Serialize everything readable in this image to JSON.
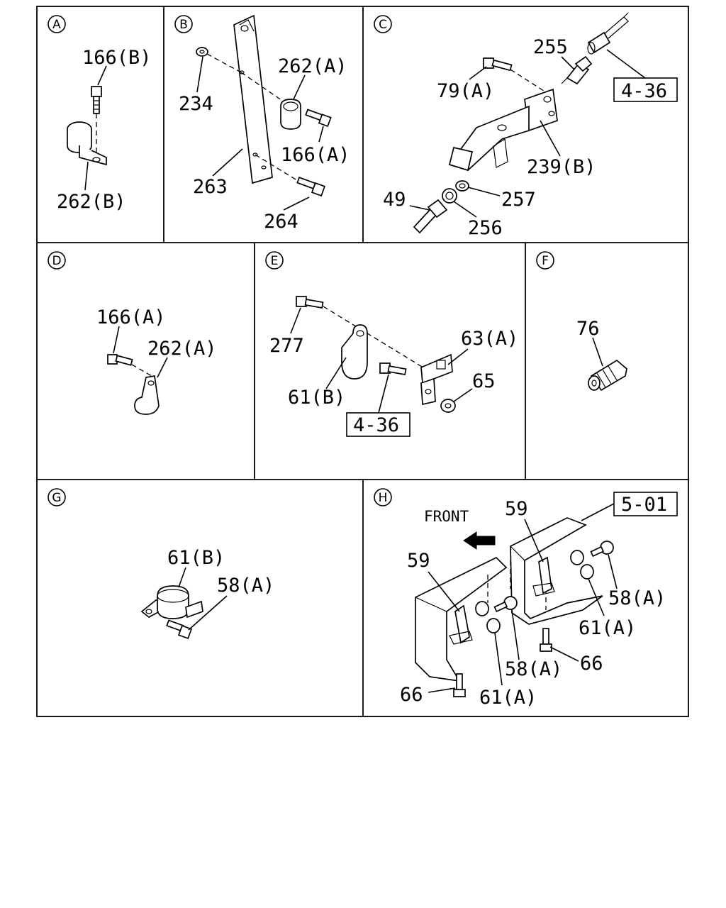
{
  "panels": [
    {
      "id": "A",
      "letter": "A",
      "labels": [
        "166(B)",
        "262(B)"
      ]
    },
    {
      "id": "B",
      "letter": "B",
      "labels": [
        "234",
        "262(A)",
        "166(A)",
        "263",
        "264"
      ]
    },
    {
      "id": "C",
      "letter": "C",
      "labels": [
        "255",
        "79(A)",
        "4-36",
        "239(B)",
        "49",
        "257",
        "256"
      ]
    },
    {
      "id": "D",
      "letter": "D",
      "labels": [
        "166(A)",
        "262(A)"
      ]
    },
    {
      "id": "E",
      "letter": "E",
      "labels": [
        "277",
        "63(A)",
        "61(B)",
        "65",
        "4-36"
      ]
    },
    {
      "id": "F",
      "letter": "F",
      "labels": [
        "76"
      ]
    },
    {
      "id": "G",
      "letter": "G",
      "labels": [
        "61(B)",
        "58(A)"
      ]
    },
    {
      "id": "H",
      "letter": "H",
      "labels": [
        "FRONT",
        "59",
        "5-01",
        "59",
        "58(A)",
        "61(A)",
        "58(A)",
        "66",
        "66",
        "61(A)"
      ]
    }
  ]
}
